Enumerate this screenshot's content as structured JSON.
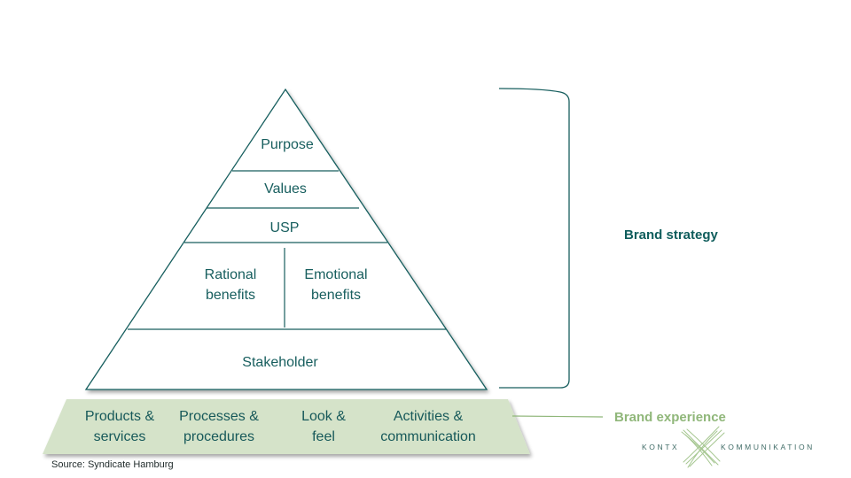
{
  "colors": {
    "pyramid_text": "#175e5e",
    "pyramid_line": "#175e5e",
    "base_fill": "#d5e3c9",
    "base_text": "#17595a",
    "brand_strategy": "#0f5d5c",
    "brand_experience": "#90b77a",
    "logo_mark": "#a6c791",
    "logo_text": "#3f6b66"
  },
  "pyramid": {
    "purpose": "Purpose",
    "values": "Values",
    "usp": "USP",
    "rational_1": "Rational",
    "rational_2": "benefits",
    "emotional_1": "Emotional",
    "emotional_2": "benefits",
    "stakeholder": "Stakeholder"
  },
  "base": {
    "products_1": "Products &",
    "products_2": "services",
    "processes_1": "Processes &",
    "processes_2": "procedures",
    "look_1": "Look &",
    "look_2": "feel",
    "activities_1": "Activities &",
    "activities_2": "communication"
  },
  "labels": {
    "brand_strategy": "Brand strategy",
    "brand_experience": "Brand experience"
  },
  "source": "Source: Syndicate Hamburg",
  "logo": {
    "left": "KONTX",
    "right": "KOMMUNIKATION"
  }
}
